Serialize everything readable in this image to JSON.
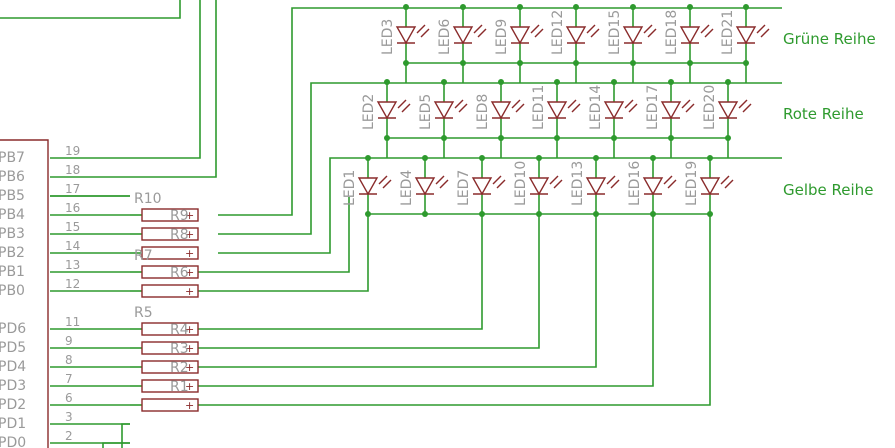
{
  "row_labels": {
    "green": "Grüne Reihe",
    "red": "Rote Reihe",
    "yellow": "Gelbe Reihe"
  },
  "mcu_pins": [
    {
      "name": "PB7",
      "num": "19"
    },
    {
      "name": "PB6",
      "num": "18"
    },
    {
      "name": "PB5",
      "num": "17"
    },
    {
      "name": "PB4",
      "num": "16"
    },
    {
      "name": "PB3",
      "num": "15"
    },
    {
      "name": "PB2",
      "num": "14"
    },
    {
      "name": "PB1",
      "num": "13"
    },
    {
      "name": "PB0",
      "num": "12"
    },
    {
      "name": "PD6",
      "num": "11"
    },
    {
      "name": "PD5",
      "num": "9"
    },
    {
      "name": "PD4",
      "num": "8"
    },
    {
      "name": "PD3",
      "num": "7"
    },
    {
      "name": "PD2",
      "num": "6"
    },
    {
      "name": "PD1",
      "num": "3"
    },
    {
      "name": "PD0",
      "num": "2"
    }
  ],
  "resistors": [
    {
      "name": "R10",
      "label": "R9",
      "sign": "+"
    },
    {
      "name": "",
      "label": "R8",
      "sign": "+"
    },
    {
      "name": "",
      "label": "",
      "sign": "+"
    },
    {
      "name": "R7",
      "label": "R6",
      "sign": "+"
    },
    {
      "name": "",
      "label": "",
      "sign": "+"
    },
    {
      "name": "R5",
      "label": "R4",
      "sign": "+"
    },
    {
      "name": "",
      "label": "R3",
      "sign": "+"
    },
    {
      "name": "",
      "label": "R2",
      "sign": "+"
    },
    {
      "name": "",
      "label": "R1",
      "sign": "+"
    },
    {
      "name": "",
      "label": "",
      "sign": "+"
    }
  ],
  "leds_green": [
    "LED3",
    "LED6",
    "LED9",
    "LED12",
    "LED15",
    "LED18",
    "LED21"
  ],
  "leds_red": [
    "LED2",
    "LED5",
    "LED8",
    "LED11",
    "LED14",
    "LED17",
    "LED20"
  ],
  "leds_yellow": [
    "LED1",
    "LED4",
    "LED7",
    "LED10",
    "LED13",
    "LED16",
    "LED19"
  ]
}
